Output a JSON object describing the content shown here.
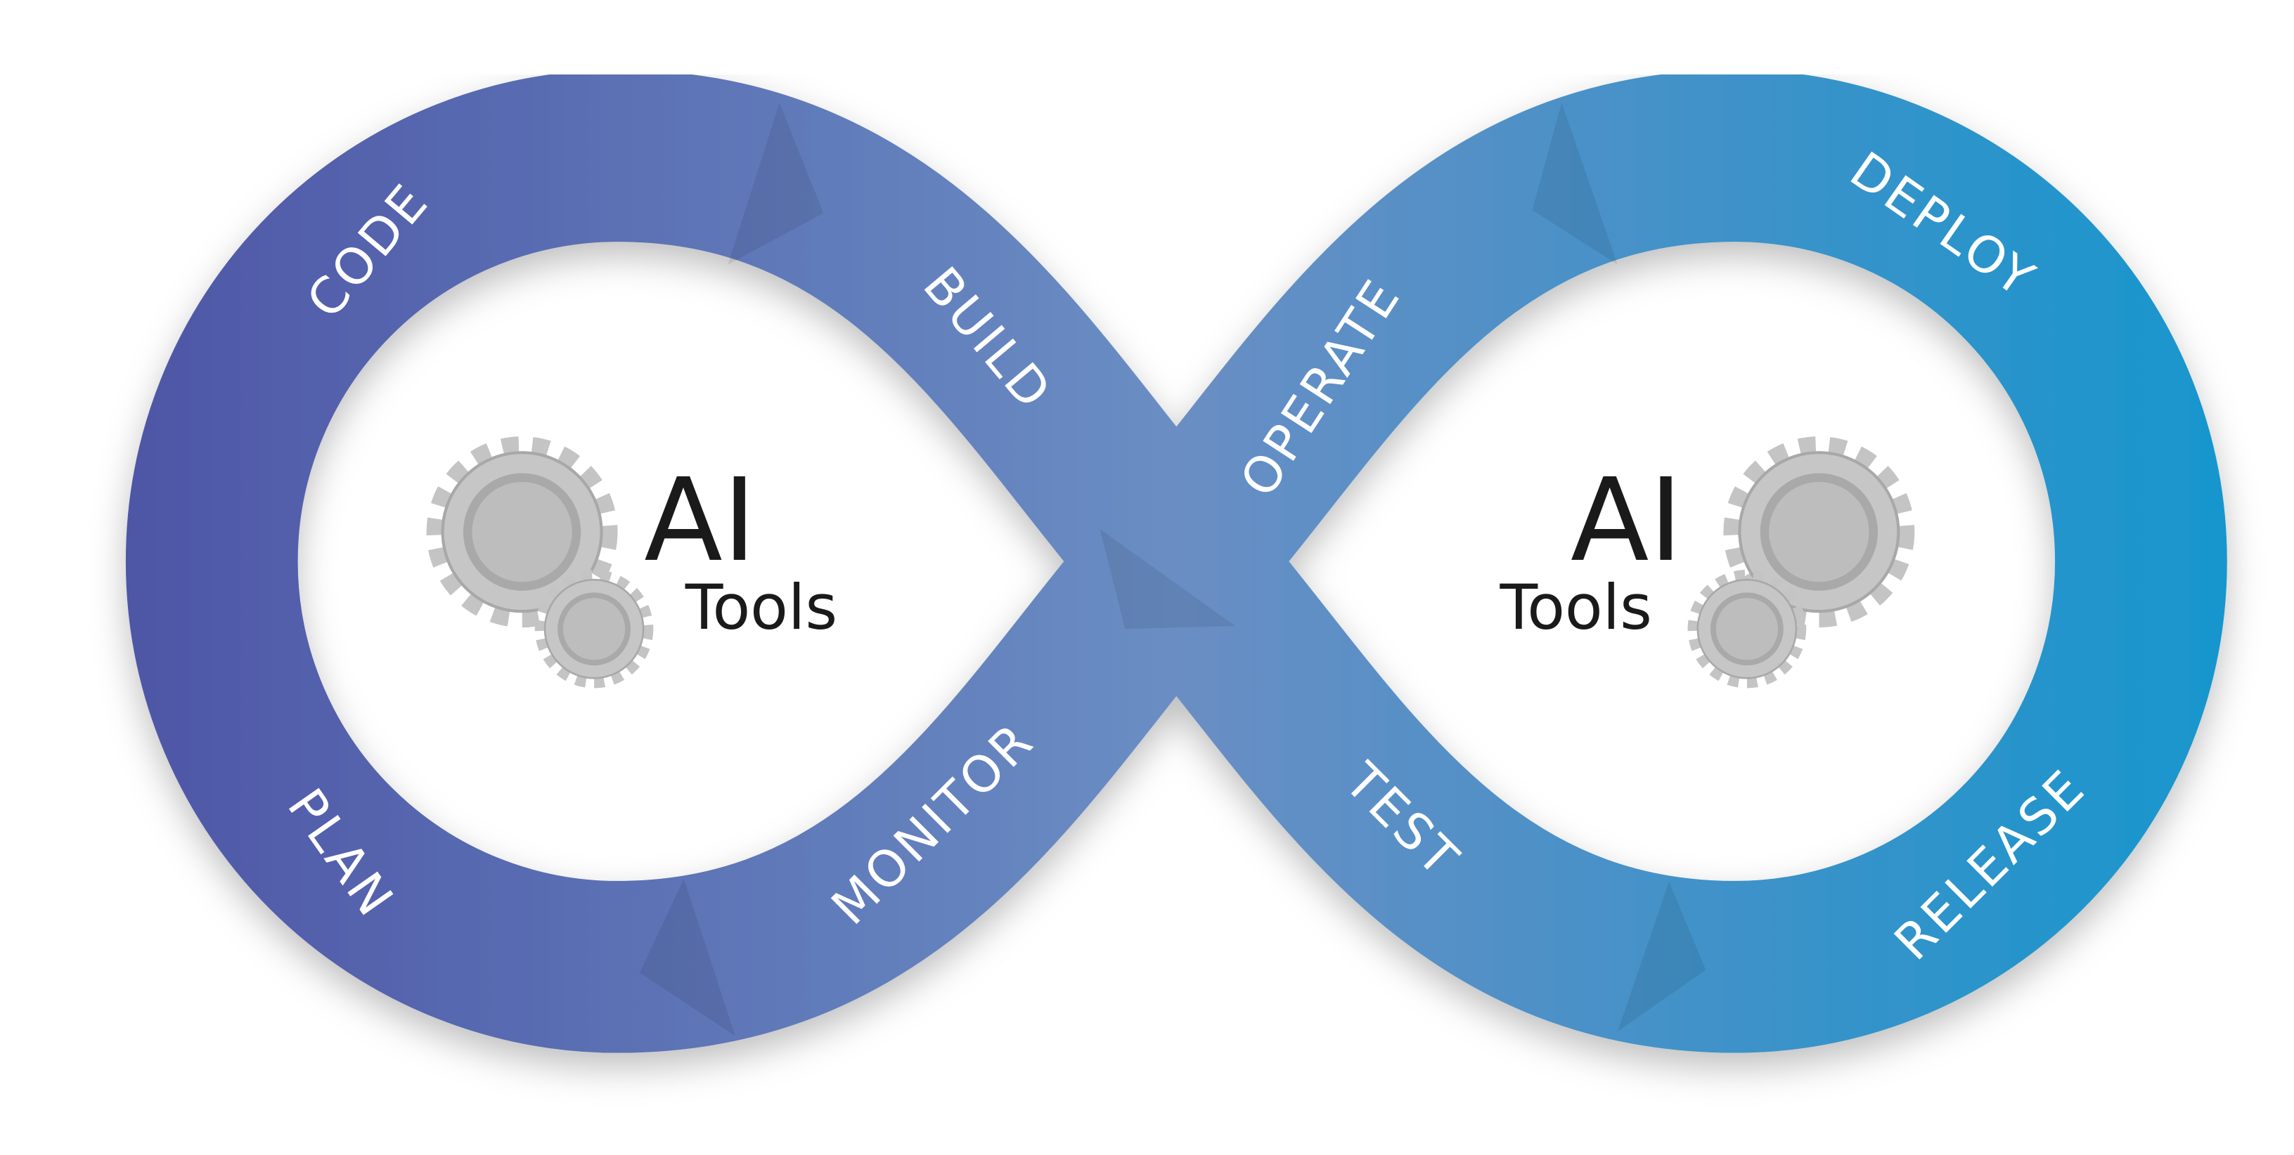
{
  "title": "DevOps infinity loop with AI Tools",
  "stages": [
    "CODE",
    "BUILD",
    "PLAN",
    "MONITOR",
    "OPERATE",
    "TEST",
    "DEPLOY",
    "RELEASE"
  ],
  "left_center": {
    "title": "AI",
    "subtitle": "Tools"
  },
  "right_center": {
    "title": "AI",
    "subtitle": "Tools"
  },
  "colors": {
    "left": "#5058a8",
    "middle": "#6388c0",
    "right": "#1a96cd",
    "gear": "#b8b8b8"
  }
}
